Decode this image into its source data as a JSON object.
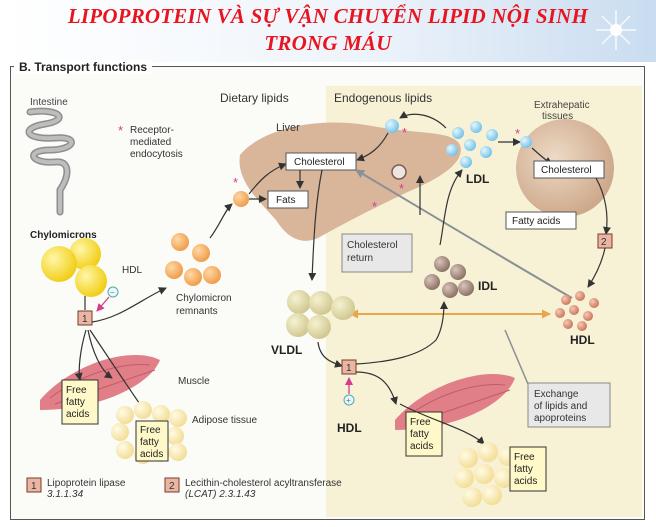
{
  "slide": {
    "title_line1": "LIPOPROTEIN VÀ SỰ VẬN CHUYỂN LIPID NỘI SINH",
    "title_line2": "TRONG MÁU"
  },
  "figure": {
    "section_title": "B. Transport functions",
    "headings": {
      "dietary": "Dietary lipids",
      "endogenous": "Endogenous lipids",
      "extrahepatic_1": "Extrahepatic",
      "extrahepatic_2": "tissues"
    },
    "labels": {
      "intestine": "Intestine",
      "receptor_1": "Receptor-",
      "receptor_2": "mediated",
      "receptor_3": "endocytosis",
      "chylomicrons": "Chylomicrons",
      "hdl_top": "HDL",
      "chylo_remnants_1": "Chylomicron",
      "chylo_remnants_2": "remnants",
      "liver": "Liver",
      "cholesterol_liver": "Cholesterol",
      "fats": "Fats",
      "chol_return_1": "Cholesterol",
      "chol_return_2": "return",
      "ldl": "LDL",
      "idl": "IDL",
      "vldl": "VLDL",
      "hdl_right": "HDL",
      "hdl_bottom": "HDL",
      "cholesterol_tissue": "Cholesterol",
      "fatty_acids": "Fatty acids",
      "muscle_left": "Muscle",
      "adipose": "Adipose tissue",
      "ffa_1": "Free",
      "ffa_2": "fatty",
      "ffa_3": "acids",
      "exchange_1": "Exchange",
      "exchange_2": "of lipids and",
      "exchange_3": "apoproteins",
      "asterisk": "*",
      "badge_1": "1",
      "badge_2": "2",
      "plus": "+",
      "minus": "−"
    },
    "legend": [
      {
        "number": "1",
        "line1": "Lipoprotein lipase",
        "line2": "3.1.1.34"
      },
      {
        "number": "2",
        "line1": "Lecithin-cholesterol acyltransferase",
        "line2": "(LCAT) 2.3.1.43"
      }
    ],
    "colors": {
      "title_red": "#e8141f",
      "liver": "#d9b59a",
      "chylomicron": "#f4d21c",
      "remnant": "#f4a85a",
      "vldl": "#ddd8a5",
      "ldl": "#8fd0ef",
      "idl": "#9b8277",
      "hdl": "#d68c72",
      "muscle": "#e17f89",
      "adipose": "#f9e8b0",
      "callout_yellow": "#fff8c9",
      "enzyme_badge": "#e9b6a3",
      "asterisk": "#d23e8c",
      "endogenous_band": "#f7f2d6"
    }
  }
}
